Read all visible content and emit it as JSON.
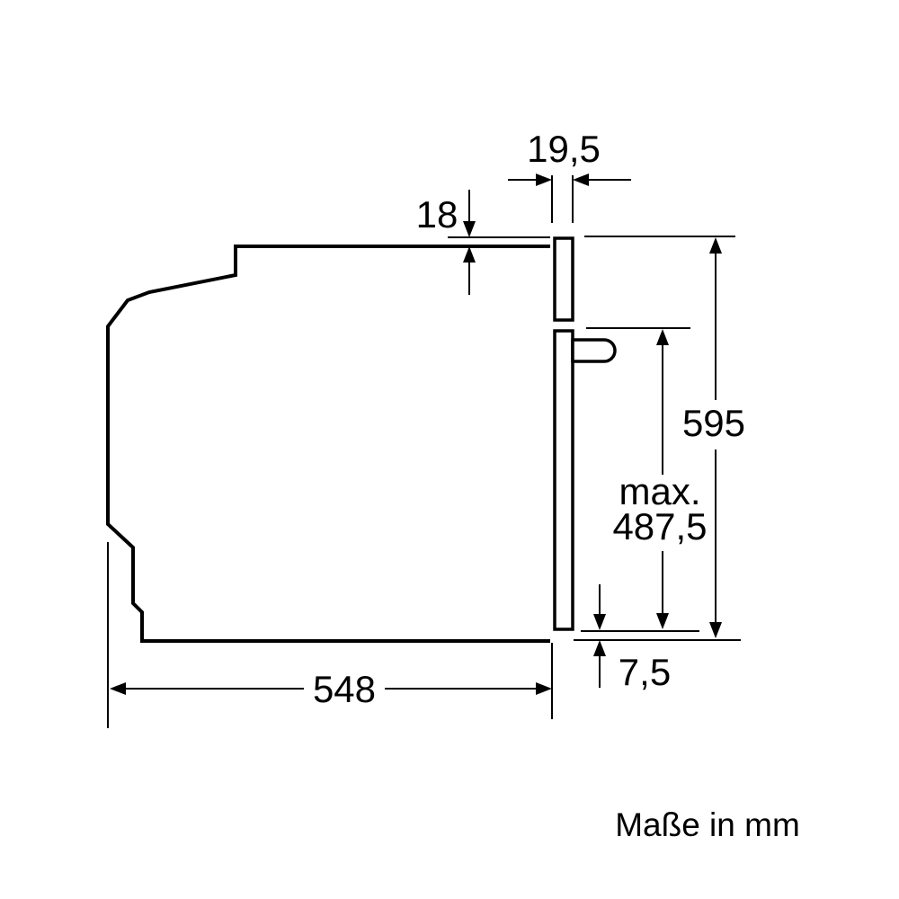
{
  "dimensions": {
    "depth": "548",
    "height": "595",
    "front_thickness": "19,5",
    "top_offset": "18",
    "bottom_offset": "7,5",
    "opening_prefix": "max.",
    "opening_value": "487,5"
  },
  "caption": "Maße in mm",
  "colors": {
    "line": "#000000",
    "background": "#ffffff"
  }
}
